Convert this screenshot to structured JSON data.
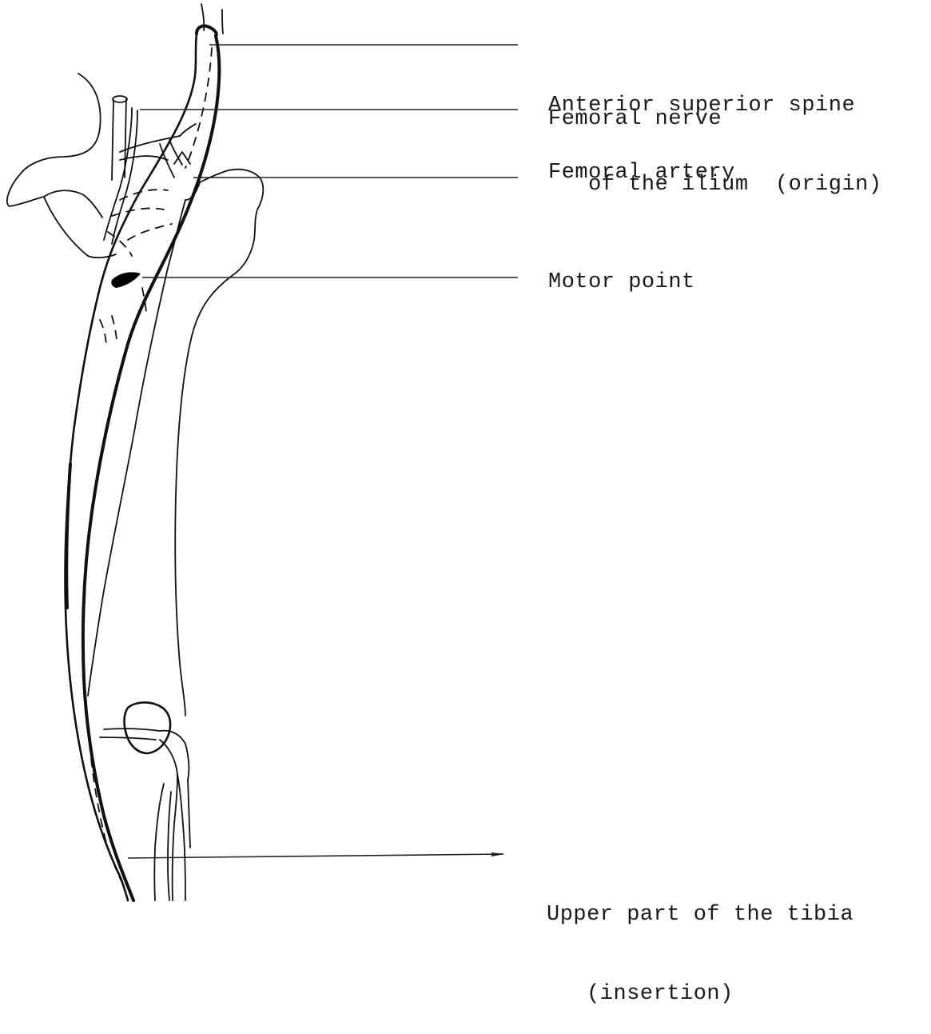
{
  "labels": {
    "origin": {
      "line1": "Anterior superior spine",
      "line2": "   of the ilium  (origin)"
    },
    "femoral_nerve": "Femoral nerve",
    "femoral_artery": "Femoral artery",
    "motor_point": "Motor point",
    "insertion": {
      "line1": "Upper part of the tibia",
      "line2": "   (insertion)"
    }
  }
}
